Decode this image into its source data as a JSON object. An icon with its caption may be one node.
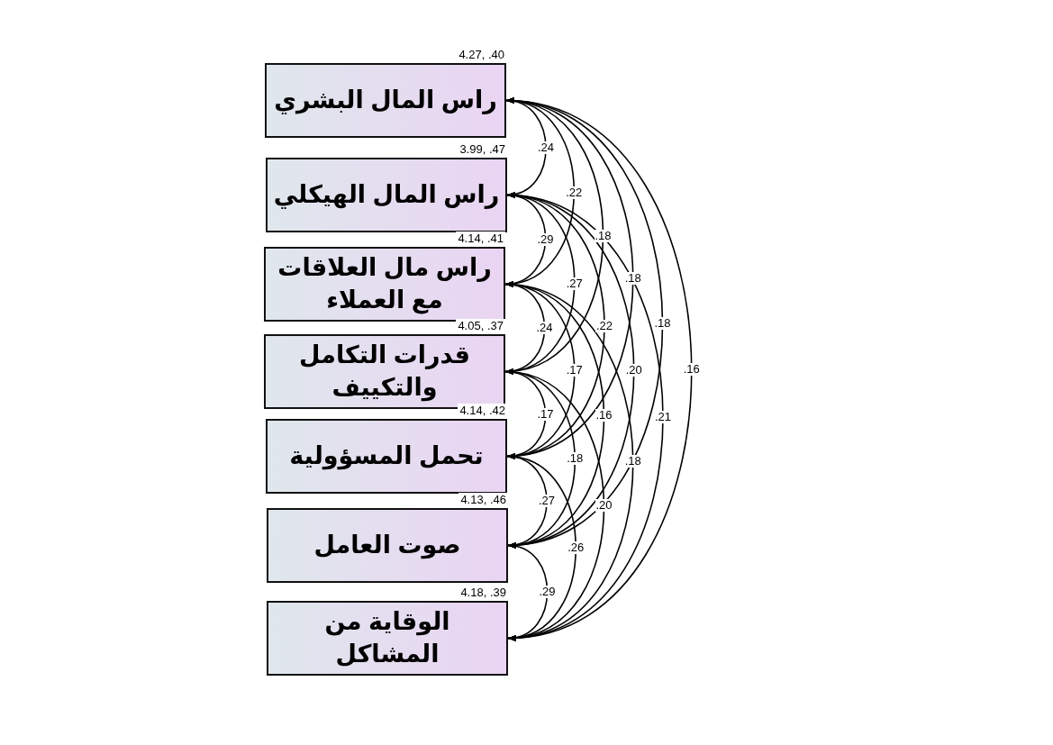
{
  "diagram": {
    "nodes": [
      {
        "text": [
          "راس المال البشري"
        ],
        "beside": [
          "4.27, .40"
        ]
      },
      {
        "text": [
          "راس المال الهيكلي"
        ],
        "beside": [
          "3.99, .47"
        ]
      },
      {
        "text": [
          "راس مال العلاقات مع العملاء"
        ],
        "beside": [
          "4.14, .41"
        ]
      },
      {
        "text": [
          "قدرات التكامل والتكييف"
        ],
        "beside": [
          "4.05, .37"
        ]
      },
      {
        "text": [
          "تحمل المسؤولية"
        ],
        "beside": [
          "4.14, .42"
        ]
      },
      {
        "text": [
          "صوت العامل"
        ],
        "beside": [
          "4.13, .46"
        ]
      },
      {
        "text": [
          "الوقاية من المشاكل"
        ],
        "beside": [
          "4.18, .39"
        ]
      }
    ],
    "edges": [
      {
        "from": 0,
        "to": 1,
        "arrow": "both",
        "label": ".24"
      },
      {
        "from": 0,
        "to": 2,
        "arrow": "both",
        "label": ".22"
      },
      {
        "from": 0,
        "to": 3,
        "arrow": "both",
        "label": ".18"
      },
      {
        "from": 0,
        "to": 4,
        "arrow": "both",
        "label": ".18"
      },
      {
        "from": 0,
        "to": 5,
        "arrow": "both",
        "label": ".18"
      },
      {
        "from": 0,
        "to": 6,
        "arrow": "both",
        "label": ".16"
      },
      {
        "from": 1,
        "to": 2,
        "arrow": "both",
        "label": ".29"
      },
      {
        "from": 1,
        "to": 3,
        "arrow": "both",
        "label": ".27"
      },
      {
        "from": 1,
        "to": 4,
        "arrow": "both",
        "label": ".22"
      },
      {
        "from": 1,
        "to": 5,
        "arrow": "both",
        "label": ".20"
      },
      {
        "from": 1,
        "to": 6,
        "arrow": "both",
        "label": ".21"
      },
      {
        "from": 2,
        "to": 3,
        "arrow": "both",
        "label": ".24"
      },
      {
        "from": 2,
        "to": 4,
        "arrow": "both",
        "label": ".17"
      },
      {
        "from": 2,
        "to": 5,
        "arrow": "both",
        "label": ".16"
      },
      {
        "from": 2,
        "to": 6,
        "arrow": "both",
        "label": ".18"
      },
      {
        "from": 3,
        "to": 4,
        "arrow": "both",
        "label": ".17"
      },
      {
        "from": 3,
        "to": 5,
        "arrow": "both",
        "label": ".18"
      },
      {
        "from": 3,
        "to": 6,
        "arrow": "both",
        "label": ".20"
      },
      {
        "from": 4,
        "to": 5,
        "arrow": "both",
        "label": ".27"
      },
      {
        "from": 4,
        "to": 6,
        "arrow": "both",
        "label": ".26"
      },
      {
        "from": 5,
        "to": 6,
        "arrow": "both",
        "label": ".29"
      }
    ]
  }
}
